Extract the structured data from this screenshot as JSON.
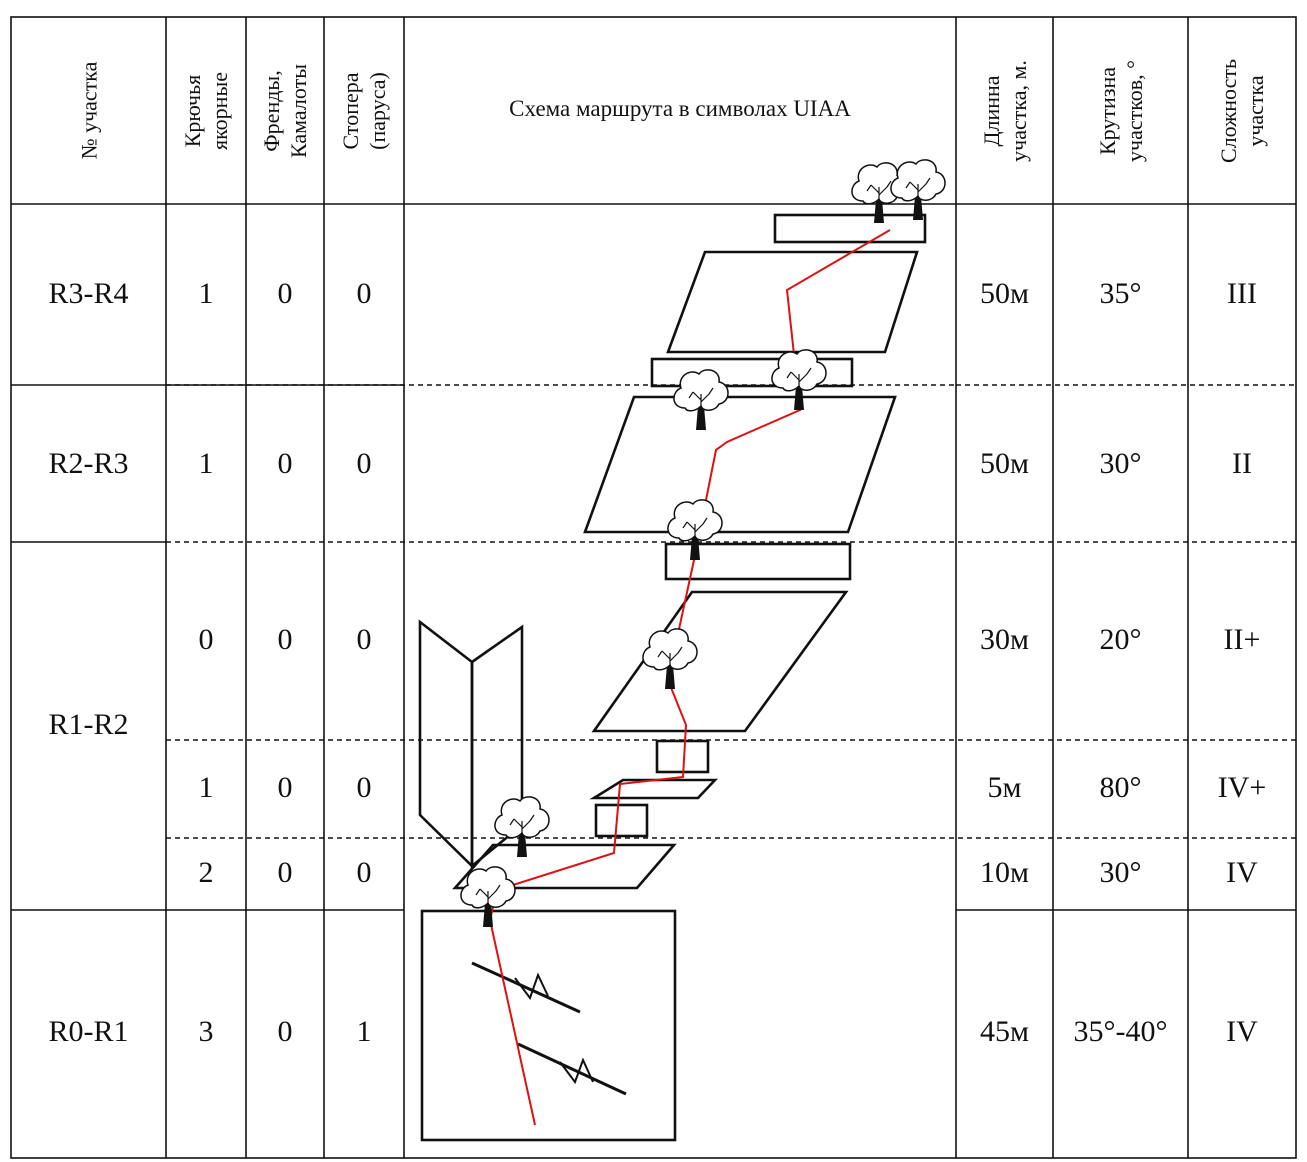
{
  "headers": {
    "section_no": "№ участка",
    "anchor_pitons": [
      "Крючья",
      "якорные"
    ],
    "friends": [
      "Френды,",
      "Камалоты"
    ],
    "stoppers": [
      "Стопера",
      "(паруса)"
    ],
    "scheme": "Схема маршрута в символах UIAA",
    "length": [
      "Длинна",
      "участка, м."
    ],
    "steepness": [
      "Крутизна",
      "участков, °"
    ],
    "difficulty": [
      "Сложность",
      "участка"
    ]
  },
  "sections": [
    {
      "section": "R3-R4",
      "rows": [
        {
          "pitons": "1",
          "friends": "0",
          "stoppers": "0",
          "length": "50м",
          "steepness": "35°",
          "difficulty": "III"
        }
      ]
    },
    {
      "section": "R2-R3",
      "rows": [
        {
          "pitons": "1",
          "friends": "0",
          "stoppers": "0",
          "length": "50м",
          "steepness": "30°",
          "difficulty": "II"
        }
      ]
    },
    {
      "section": "R1-R2",
      "rows": [
        {
          "pitons": "0",
          "friends": "0",
          "stoppers": "0",
          "length": "30м",
          "steepness": "20°",
          "difficulty": "II+"
        },
        {
          "pitons": "1",
          "friends": "0",
          "stoppers": "0",
          "length": "5м",
          "steepness": "80°",
          "difficulty": "IV+"
        },
        {
          "pitons": "2",
          "friends": "0",
          "stoppers": "0",
          "length": "10м",
          "steepness": "30°",
          "difficulty": "IV"
        }
      ]
    },
    {
      "section": "R0-R1",
      "rows": [
        {
          "pitons": "3",
          "friends": "0",
          "stoppers": "1",
          "length": "45м",
          "steepness": "35°-40°",
          "difficulty": "IV"
        }
      ]
    }
  ],
  "scheme_legend": {
    "route_line_color": "#dd1111",
    "tree_symbol": "tree-icon",
    "piton_symbol": "piton-icon"
  }
}
